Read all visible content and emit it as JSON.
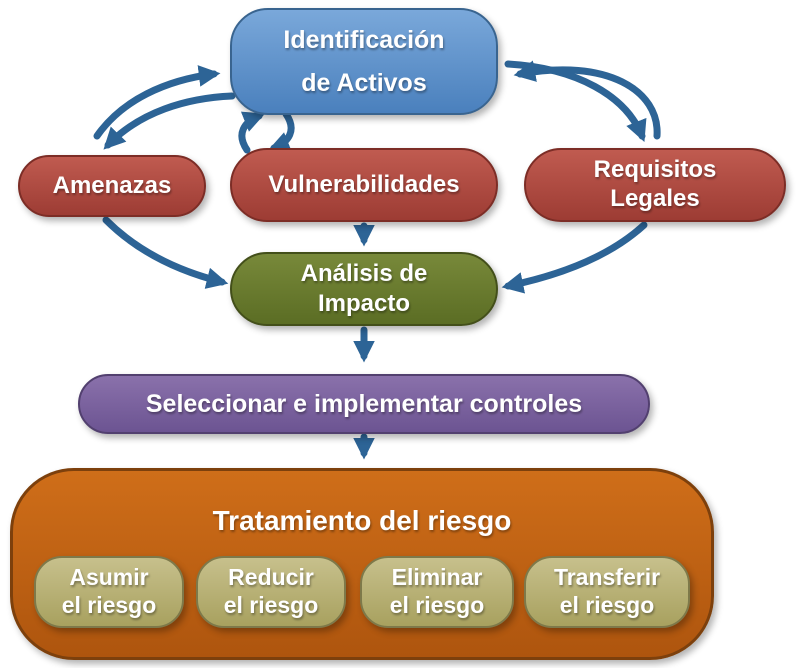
{
  "nodes": {
    "identificacion": {
      "label": "Identificación\nde Activos"
    },
    "amenazas": {
      "label": "Amenazas"
    },
    "vulnerabilidades": {
      "label": "Vulnerabilidades"
    },
    "requisitos_legales": {
      "label": "Requisitos\nLegales"
    },
    "analisis_impacto": {
      "label": "Análisis de\nImpacto"
    },
    "seleccionar_controles": {
      "label": "Seleccionar e implementar controles"
    },
    "tratamiento_riesgo": {
      "label": "Tratamiento del riesgo"
    },
    "asumir": {
      "label": "Asumir\nel riesgo"
    },
    "reducir": {
      "label": "Reducir\nel riesgo"
    },
    "eliminar": {
      "label": "Eliminar\nel riesgo"
    },
    "transferir": {
      "label": "Transferir\nel riesgo"
    }
  },
  "colors": {
    "node_blue": "#4a80bd",
    "node_red": "#9d3c34",
    "node_green": "#5b6d24",
    "node_purple": "#6c5492",
    "node_orange": "#ae550e",
    "node_khaki": "#a8a15f",
    "arrow": "#2d6496",
    "text": "#ffffff",
    "background": "#ffffff"
  }
}
